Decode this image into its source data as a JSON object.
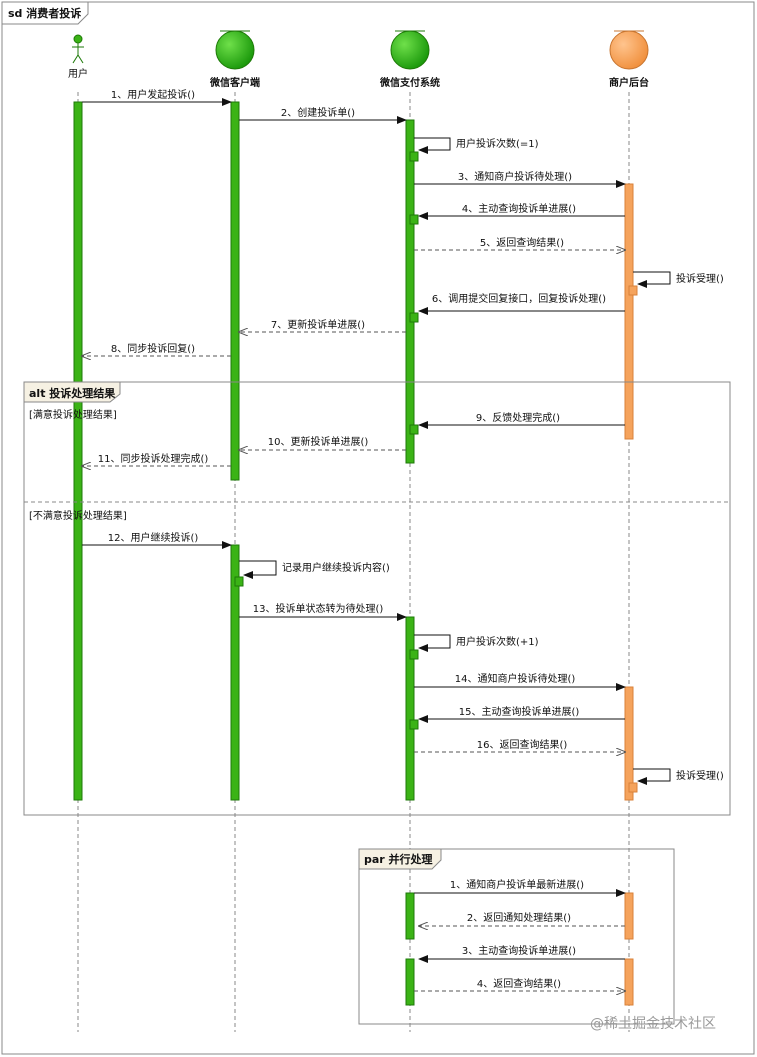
{
  "diagram": {
    "title": "sd 消费者投诉",
    "participants": [
      {
        "id": "user",
        "label": "用户",
        "kind": "actor"
      },
      {
        "id": "wxclient",
        "label": "微信客户端",
        "kind": "entity"
      },
      {
        "id": "wxpay",
        "label": "微信支付系统",
        "kind": "entity"
      },
      {
        "id": "merchant",
        "label": "商户后台",
        "kind": "entity"
      }
    ],
    "messages": [
      {
        "label": "1、用户发起投诉()"
      },
      {
        "label": "2、创建投诉单()"
      },
      {
        "label": "用户投诉次数(=1)"
      },
      {
        "label": "3、通知商户投诉待处理()"
      },
      {
        "label": "4、主动查询投诉单进展()"
      },
      {
        "label": "5、返回查询结果()"
      },
      {
        "label": "投诉受理()"
      },
      {
        "label": "6、调用提交回复接口，回复投诉处理()"
      },
      {
        "label": "7、更新投诉单进展()"
      },
      {
        "label": "8、同步投诉回复()"
      },
      {
        "label": "9、反馈处理完成()"
      },
      {
        "label": "10、更新投诉单进展()"
      },
      {
        "label": "11、同步投诉处理完成()"
      },
      {
        "label": "12、用户继续投诉()"
      },
      {
        "label": "记录用户继续投诉内容()"
      },
      {
        "label": "13、投诉单状态转为待处理()"
      },
      {
        "label": "用户投诉次数(+1)"
      },
      {
        "label": "14、通知商户投诉待处理()"
      },
      {
        "label": "15、主动查询投诉单进展()"
      },
      {
        "label": "16、返回查询结果()"
      },
      {
        "label": "投诉受理()"
      },
      {
        "label": "1、通知商户投诉单最新进展()"
      },
      {
        "label": "2、返回通知处理结果()"
      },
      {
        "label": "3、主动查询投诉单进展()"
      },
      {
        "label": "4、返回查询结果()"
      }
    ],
    "fragments": {
      "alt": {
        "title": "alt 投诉处理结果",
        "guard1": "[满意投诉处理结果]",
        "guard2": "[不满意投诉处理结果]"
      },
      "par": {
        "title": "par 并行处理"
      }
    },
    "watermark": "@稀土掘金技术社区",
    "colors": {
      "green": "#3bb316",
      "green_dark": "#1e7a08",
      "orange": "#f5a35c",
      "orange_dark": "#d9823a",
      "frame": "#888888"
    }
  }
}
